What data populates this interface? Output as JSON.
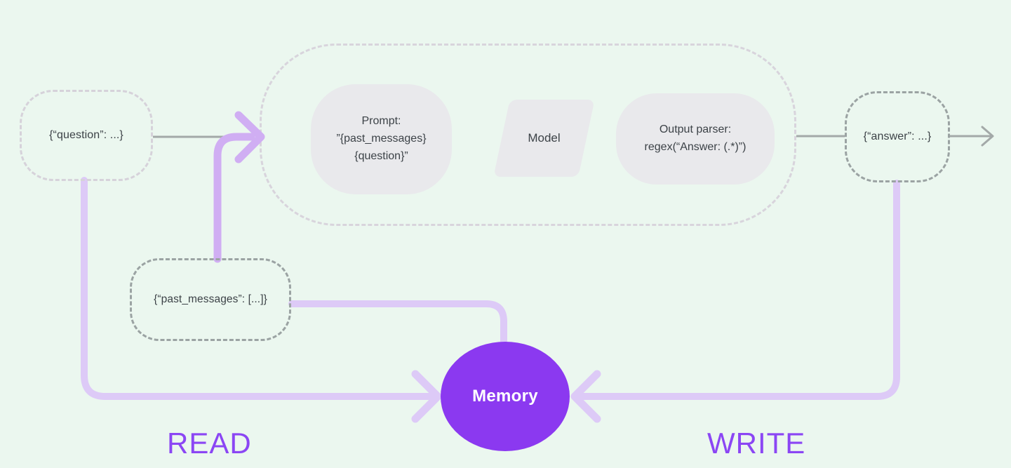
{
  "colors": {
    "background": "#ebf7ef",
    "container_dash": "#d8d4dc",
    "box_dash_light": "#d6d2da",
    "box_dash_dark": "#9ba3a3",
    "gray_line": "#a3a9a8",
    "lavender_line": "#ddcaf7",
    "lavender_strong": "#d0aef3",
    "memory_fill": "#8b39f0",
    "label_purple": "#8b46f4",
    "node_fill": "#e9e9ec",
    "text_dark": "#3c4247"
  },
  "io": {
    "question": {
      "label": "{“question”: ...}"
    },
    "answer": {
      "label": "{“answer”: ...}"
    },
    "past_messages": {
      "label": "{“past_messages”: [...]}"
    }
  },
  "chain": {
    "prompt": {
      "line1": "Prompt:",
      "line2": "”{past_messages}",
      "line3": "{question}”"
    },
    "model": {
      "label": "Model"
    },
    "output_parser": {
      "line1": "Output parser:",
      "line2": "regex(“Answer: (.*)”)"
    }
  },
  "memory": {
    "label": "Memory"
  },
  "flow_labels": {
    "read": "READ",
    "write": "WRITE"
  }
}
